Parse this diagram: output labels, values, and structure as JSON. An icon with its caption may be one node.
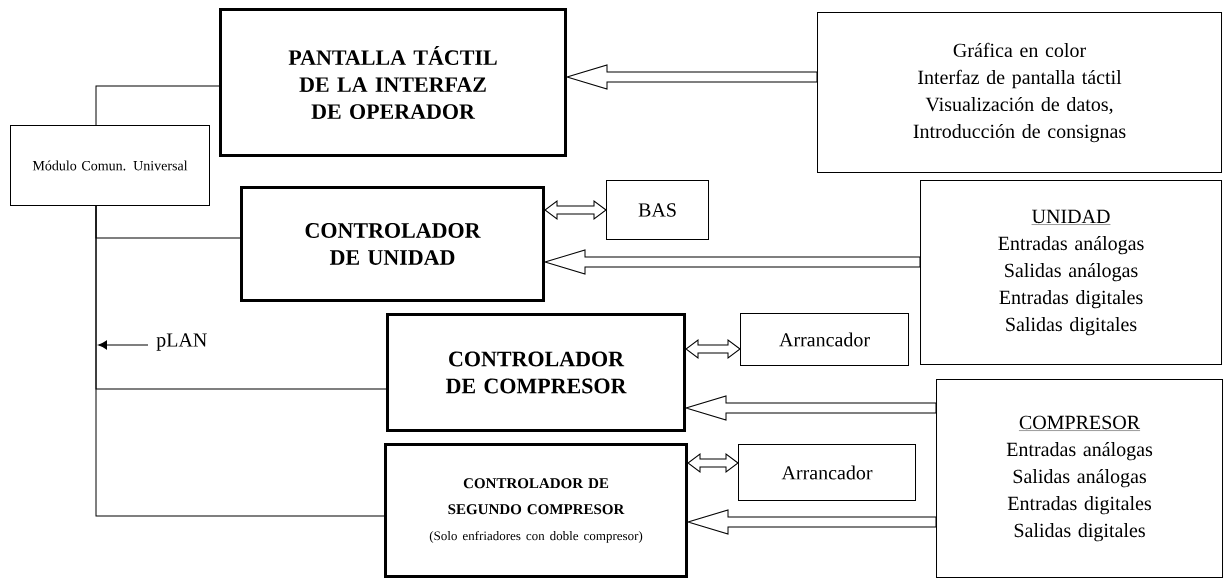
{
  "diagram": {
    "nodes": [
      {
        "text": [
          "Módulo Comun. Universal"
        ]
      },
      {
        "text": [
          "PANTALLA TÁCTIL DE LA INTERFAZ DE OPERADOR"
        ]
      },
      {
        "text": [
          "Gráfica en color",
          "Interfaz de pantalla táctil",
          "Visualización de datos,",
          "Introducción de consignas"
        ]
      },
      {
        "text": [
          "CONTROLADOR DE UNIDAD"
        ]
      },
      {
        "text": [
          "BAS"
        ]
      },
      {
        "text": [
          "UNIDAD",
          "Entradas análogas",
          "Salidas análogas",
          "Entradas digitales",
          "Salidas digitales"
        ]
      },
      {
        "text": [
          "CONTROLADOR DE COMPRESOR"
        ]
      },
      {
        "text": [
          "Arrancador"
        ]
      },
      {
        "text": [
          "COMPRESOR",
          "Entradas análogas",
          "Salidas análogas",
          "Entradas digitales",
          "Salidas digitales"
        ]
      },
      {
        "text": [
          "CONTROLADOR DE SEGUNDO COMPRESOR",
          "(Solo enfriadores con doble compresor)"
        ]
      },
      {
        "text": [
          "Arrancador"
        ]
      }
    ],
    "edges": [
      {
        "from": 0,
        "to": 1,
        "arrow": "none"
      },
      {
        "from": 0,
        "to": 3,
        "arrow": "none"
      },
      {
        "from": 0,
        "to": 6,
        "arrow": "none"
      },
      {
        "from": 0,
        "to": 9,
        "arrow": "none"
      },
      {
        "from": 2,
        "to": 1,
        "arrow": "to"
      },
      {
        "from": 3,
        "to": 4,
        "arrow": "both"
      },
      {
        "from": 5,
        "to": 3,
        "arrow": "to"
      },
      {
        "from": 6,
        "to": 7,
        "arrow": "both"
      },
      {
        "from": 8,
        "to": 6,
        "arrow": "to"
      },
      {
        "from": 9,
        "to": 10,
        "arrow": "both"
      },
      {
        "from": 8,
        "to": 9,
        "arrow": "to"
      }
    ],
    "labels": [
      "pLAN"
    ]
  }
}
